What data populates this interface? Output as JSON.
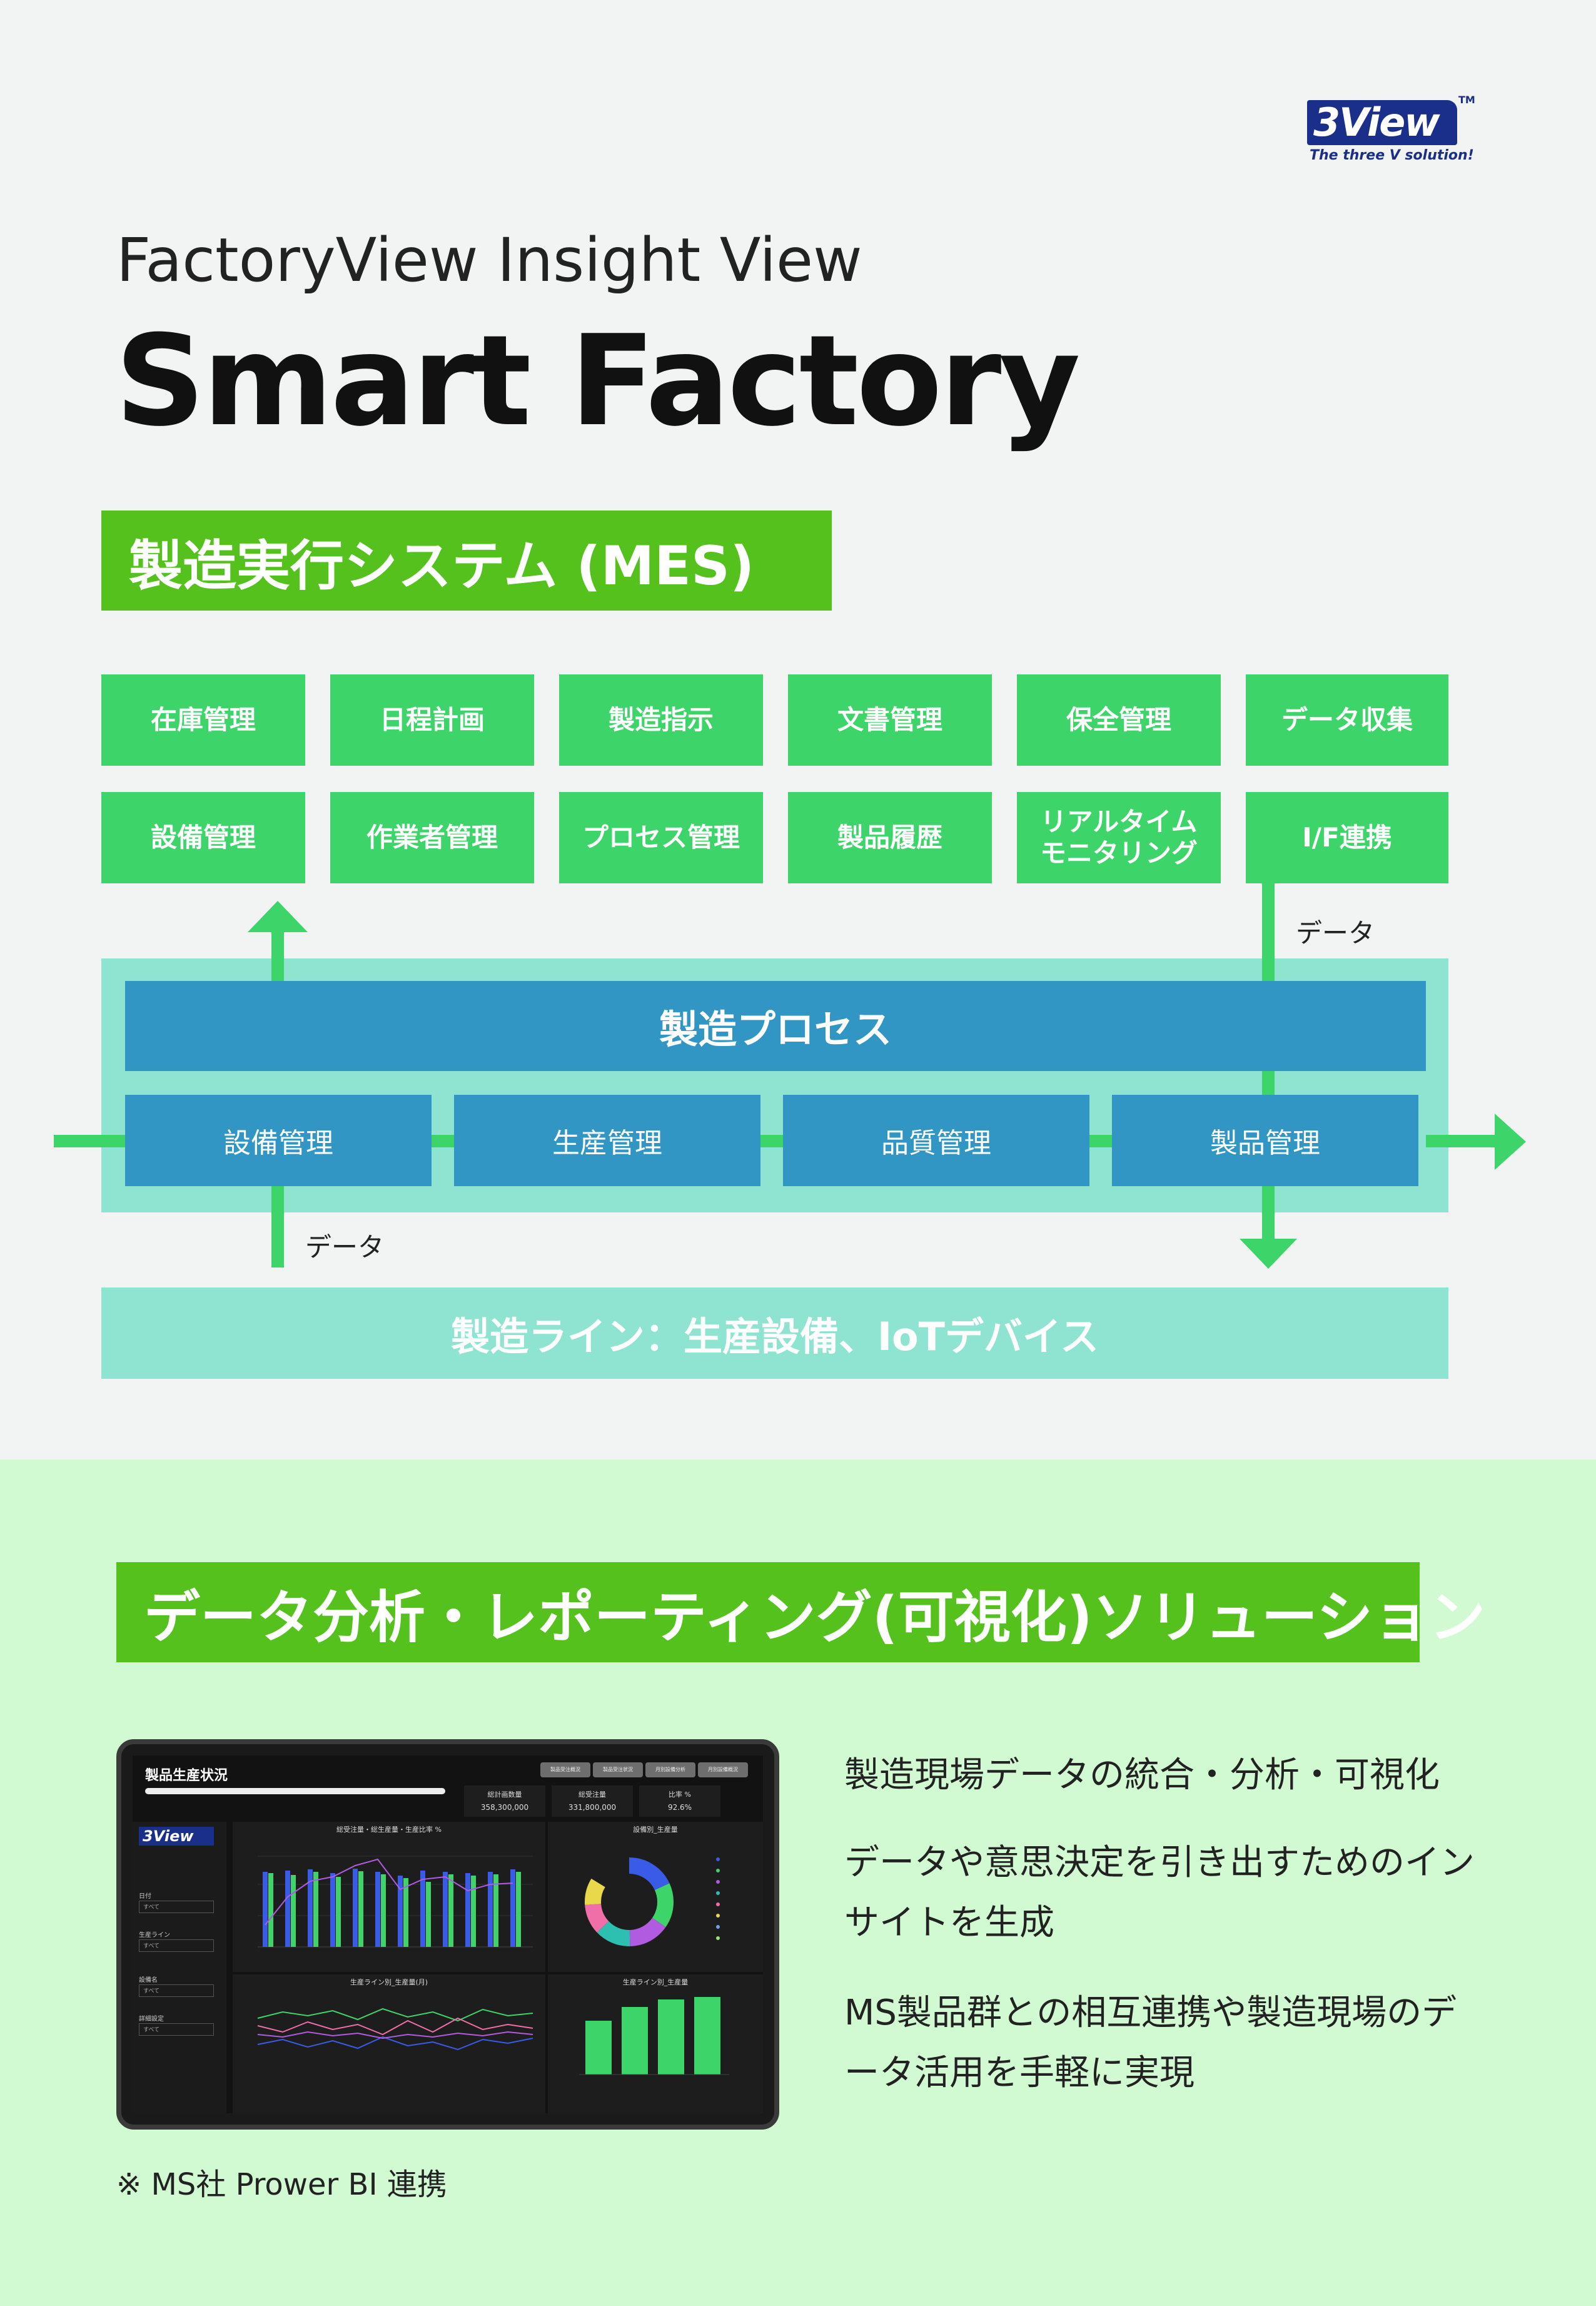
{
  "logo": {
    "brand": "3View",
    "tm": "TM",
    "tagline": "The three V solution!"
  },
  "subtitle": "FactoryView Insight View",
  "title": "Smart Factory",
  "mes": {
    "banner": "製造実行システム (MES)",
    "modules_row1": [
      "在庫管理",
      "日程計画",
      "製造指示",
      "文書管理",
      "保全管理",
      "データ収集"
    ],
    "modules_row2": [
      "設備管理",
      "作業者管理",
      "プロセス管理",
      "製品履歴",
      "リアルタイム\nモニタリング",
      "I/F連携"
    ],
    "data_label_top": "データ",
    "data_label_bottom": "データ",
    "process_head": "製造プロセス",
    "process_steps": [
      "設備管理",
      "生産管理",
      "品質管理",
      "製品管理"
    ],
    "line_bar": "製造ライン：生産設備、IoTデバイス"
  },
  "analytics": {
    "banner": "データ分析・レポーティング(可視化)ソリューション",
    "bullets": [
      "製造現場データの統合・分析・可視化",
      "データや意思決定を引き出すためのインサイトを生成",
      "MS製品群との相互連携や製造現場のデータ活用を手軽に実現"
    ],
    "footnote": "※ MS社 Prower BI 連携"
  },
  "dashboard": {
    "title": "製品生産状況",
    "tabs": [
      "製品受注概況",
      "製品受注状況",
      "月別設備分析",
      "月別設備概況"
    ],
    "kpis": [
      {
        "label": "総計画数量",
        "value": "358,300,000"
      },
      {
        "label": "総受注量",
        "value": "331,800,000"
      },
      {
        "label": "比率 %",
        "value": "92.6%"
      }
    ],
    "side_brand": "3View",
    "filters": [
      {
        "label": "日付",
        "value": "すべて"
      },
      {
        "label": "生産ライン",
        "value": "すべて"
      },
      {
        "label": "設備名",
        "value": "すべて"
      },
      {
        "label": "詳細設定",
        "value": "すべて"
      }
    ],
    "panel1_title": "総受注量・総生産量・生産比率 %",
    "panel2_title": "設備別_生産量",
    "panel3_title": "生産ライン別_生産量(月)",
    "panel4_title": "生産ライン別_生産量",
    "colors": {
      "series1": "#3a5be8",
      "series2": "#3dd56a",
      "series3": "#b15ce0"
    }
  }
}
